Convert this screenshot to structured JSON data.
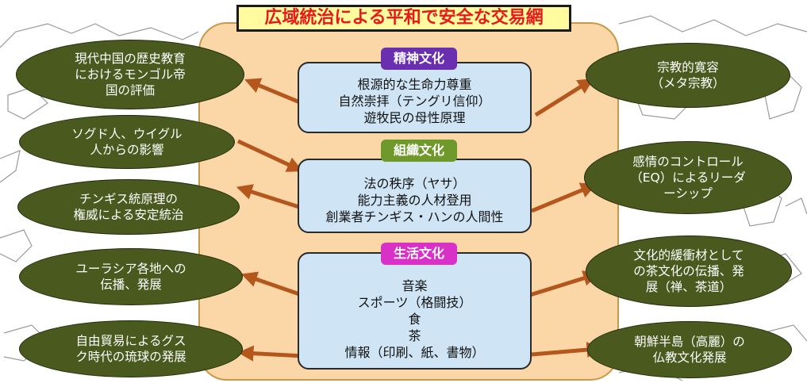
{
  "title": "広域統治による平和で安全な交易網",
  "colors": {
    "title_text": "#e61a1a",
    "title_bg": "#fffb9e",
    "panel": "#fbd7a8",
    "box": "#cfe5f6",
    "oval": "#4a5a1f",
    "arrow": "#b5561c",
    "tag_spirit": "#6a2fb0",
    "tag_org": "#6f9a2b",
    "tag_life": "#d930c8"
  },
  "sections": [
    {
      "tag": "精神文化",
      "lines": [
        "根源的な生命力尊重",
        "自然崇拝（テングリ信仰）",
        "遊牧民の母性原理"
      ]
    },
    {
      "tag": "組織文化",
      "lines": [
        "法の秩序（ヤサ）",
        "能力主義の人材登用",
        "創業者チンギス・ハンの人間性"
      ]
    },
    {
      "tag": "生活文化",
      "lines": [
        "音楽",
        "スポーツ（格闘技）",
        "食",
        "茶",
        "情報（印刷、紙、書物）"
      ]
    }
  ],
  "left_ovals": [
    {
      "lines": [
        "現代中国の歴史教育",
        "におけるモンゴル帝",
        "国の評価"
      ]
    },
    {
      "lines": [
        "ソグド人、ウイグル",
        "人からの影響"
      ]
    },
    {
      "lines": [
        "チンギス統原理の",
        "権威による安定統治"
      ]
    },
    {
      "lines": [
        "ユーラシア各地への",
        "伝播、発展"
      ]
    },
    {
      "lines": [
        "自由貿易によるグス",
        "ク時代の琉球の発展"
      ]
    }
  ],
  "right_ovals": [
    {
      "lines": [
        "宗教的寛容",
        "（メタ宗教）"
      ]
    },
    {
      "lines": [
        "感情のコントロール",
        "（EQ）によるリーダ",
        "ーシップ"
      ]
    },
    {
      "lines": [
        "文化的緩衝材として",
        "の茶文化の伝播、発",
        "展（禅、茶道）"
      ]
    },
    {
      "lines": [
        "朝鮮半島（高麗）の",
        "仏教文化発展"
      ]
    }
  ]
}
